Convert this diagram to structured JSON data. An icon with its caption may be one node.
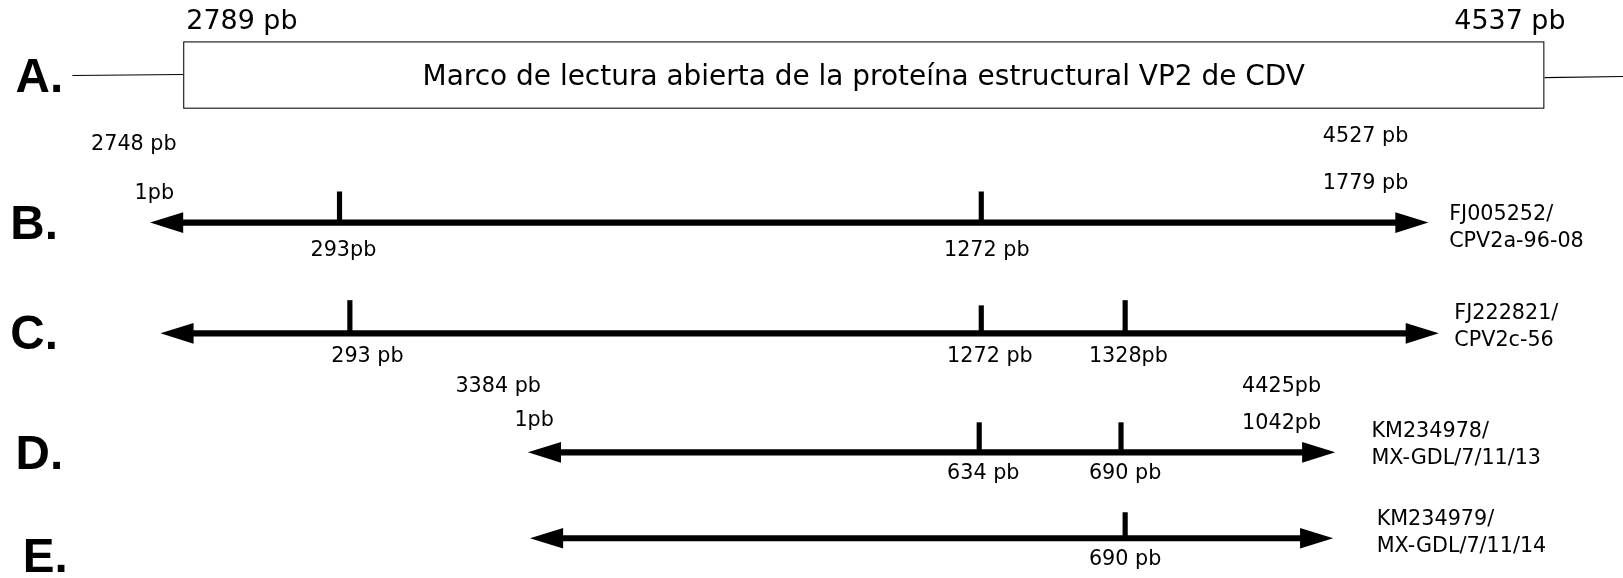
{
  "diagram": {
    "nodes": [
      {
        "text": [
          "Marco de lectura abierta de la proteína estructural VP2 de CDV"
        ]
      }
    ],
    "edges": [],
    "labels": [
      "2789 pb",
      "4537 pb",
      "A.",
      "2748 pb",
      "4527 pb",
      "1pb",
      "1779 pb",
      "B.",
      "293pb",
      "1272 pb",
      "FJ005252/ CPV2a-96-08",
      "C.",
      "293 pb",
      "1272 pb",
      "1328pb",
      "FJ222821/ CPV2c-56",
      "3384 pb",
      "4425pb",
      "1pb",
      "1042pb",
      "D.",
      "634 pb",
      "690 pb",
      "KM234978/ MX-GDL/7/11/13",
      "E.",
      "690 pb",
      "KM234979/ MX-GDL/7/11/14"
    ]
  }
}
